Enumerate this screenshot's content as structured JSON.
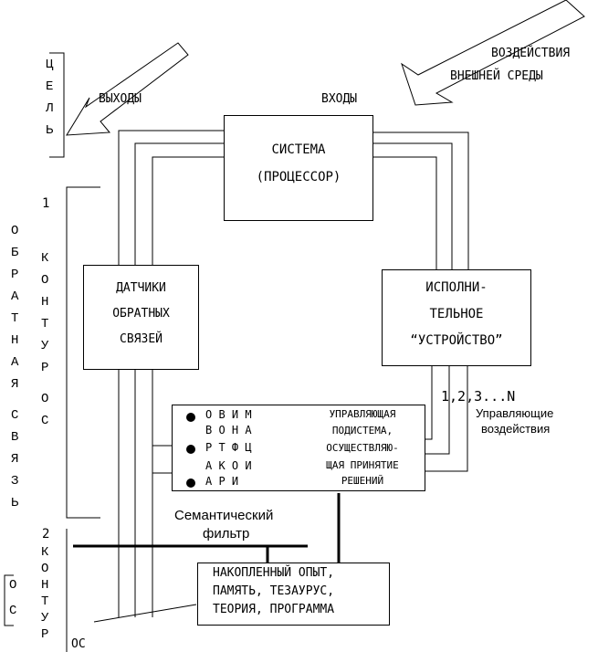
{
  "diagram": {
    "goal_letters": [
      "Ц",
      "Е",
      "Л",
      "Ь"
    ],
    "outputs_label": "ВЫХОДЫ",
    "inputs_label": "ВХОДЫ",
    "environment_label_line1": "ВОЗДЕЙСТВИЯ",
    "environment_label_line2": "ВНЕШНЕЙ СРЕДЫ",
    "system_line1": "СИСТЕМА",
    "system_line2": "(ПРОЦЕССОР)",
    "sensors_line1": "ДАТЧИКИ",
    "sensors_line2": "ОБРАТНЫХ",
    "sensors_line3": "СВЯЗЕЙ",
    "actuator_line1": "ИСПОЛНИ-",
    "actuator_line2": "ТЕЛЬНОЕ",
    "actuator_line3": "“УСТРОЙСТВО”",
    "control_actions_nums": "1,2,3...N",
    "control_actions_line1": "Управляющие",
    "control_actions_line2": "воздействия",
    "classifier_row1": "О  В  И  М",
    "classifier_row2": "В  О  Н  А",
    "classifier_row3": "Р  Т  Ф  Ц",
    "classifier_row4": "А  К  О  И",
    "classifier_row5": "А  Р  И",
    "control_subsystem_line1": "УПРАВЛЯЮЩАЯ",
    "control_subsystem_line2": "ПОДИСТЕМА,",
    "control_subsystem_line3": "ОСУЩЕСТВЛЯЮ-",
    "control_subsystem_line4": "ЩАЯ ПРИНЯТИЕ",
    "control_subsystem_line5": "РЕШЕНИЙ",
    "semantic_filter_line1": "Семантический",
    "semantic_filter_line2": "фильтр",
    "experience_line1": "НАКОПЛЕННЫЙ ОПЫТ,",
    "experience_line2": "ПАМЯТЬ, ТЕЗАУРУС,",
    "experience_line3": "ТЕОРИЯ, ПРОГРАММА",
    "feedback_col1": [
      "О",
      "Б",
      "Р",
      "А",
      "Т",
      "Н",
      "А",
      "Я",
      "",
      "С",
      "В",
      "Я",
      "З",
      "Ь"
    ],
    "contour1_num": "1",
    "contour1_letters": [
      "К",
      "О",
      "Н",
      "Т",
      "У",
      "Р",
      "",
      "О",
      "С"
    ],
    "contour2_num": "2",
    "contour2_letters": [
      "К",
      "О",
      "Н",
      "Т",
      "У",
      "Р"
    ],
    "contour2_suffix": "ОС",
    "os_bracket_letters": [
      "О",
      "С"
    ]
  }
}
